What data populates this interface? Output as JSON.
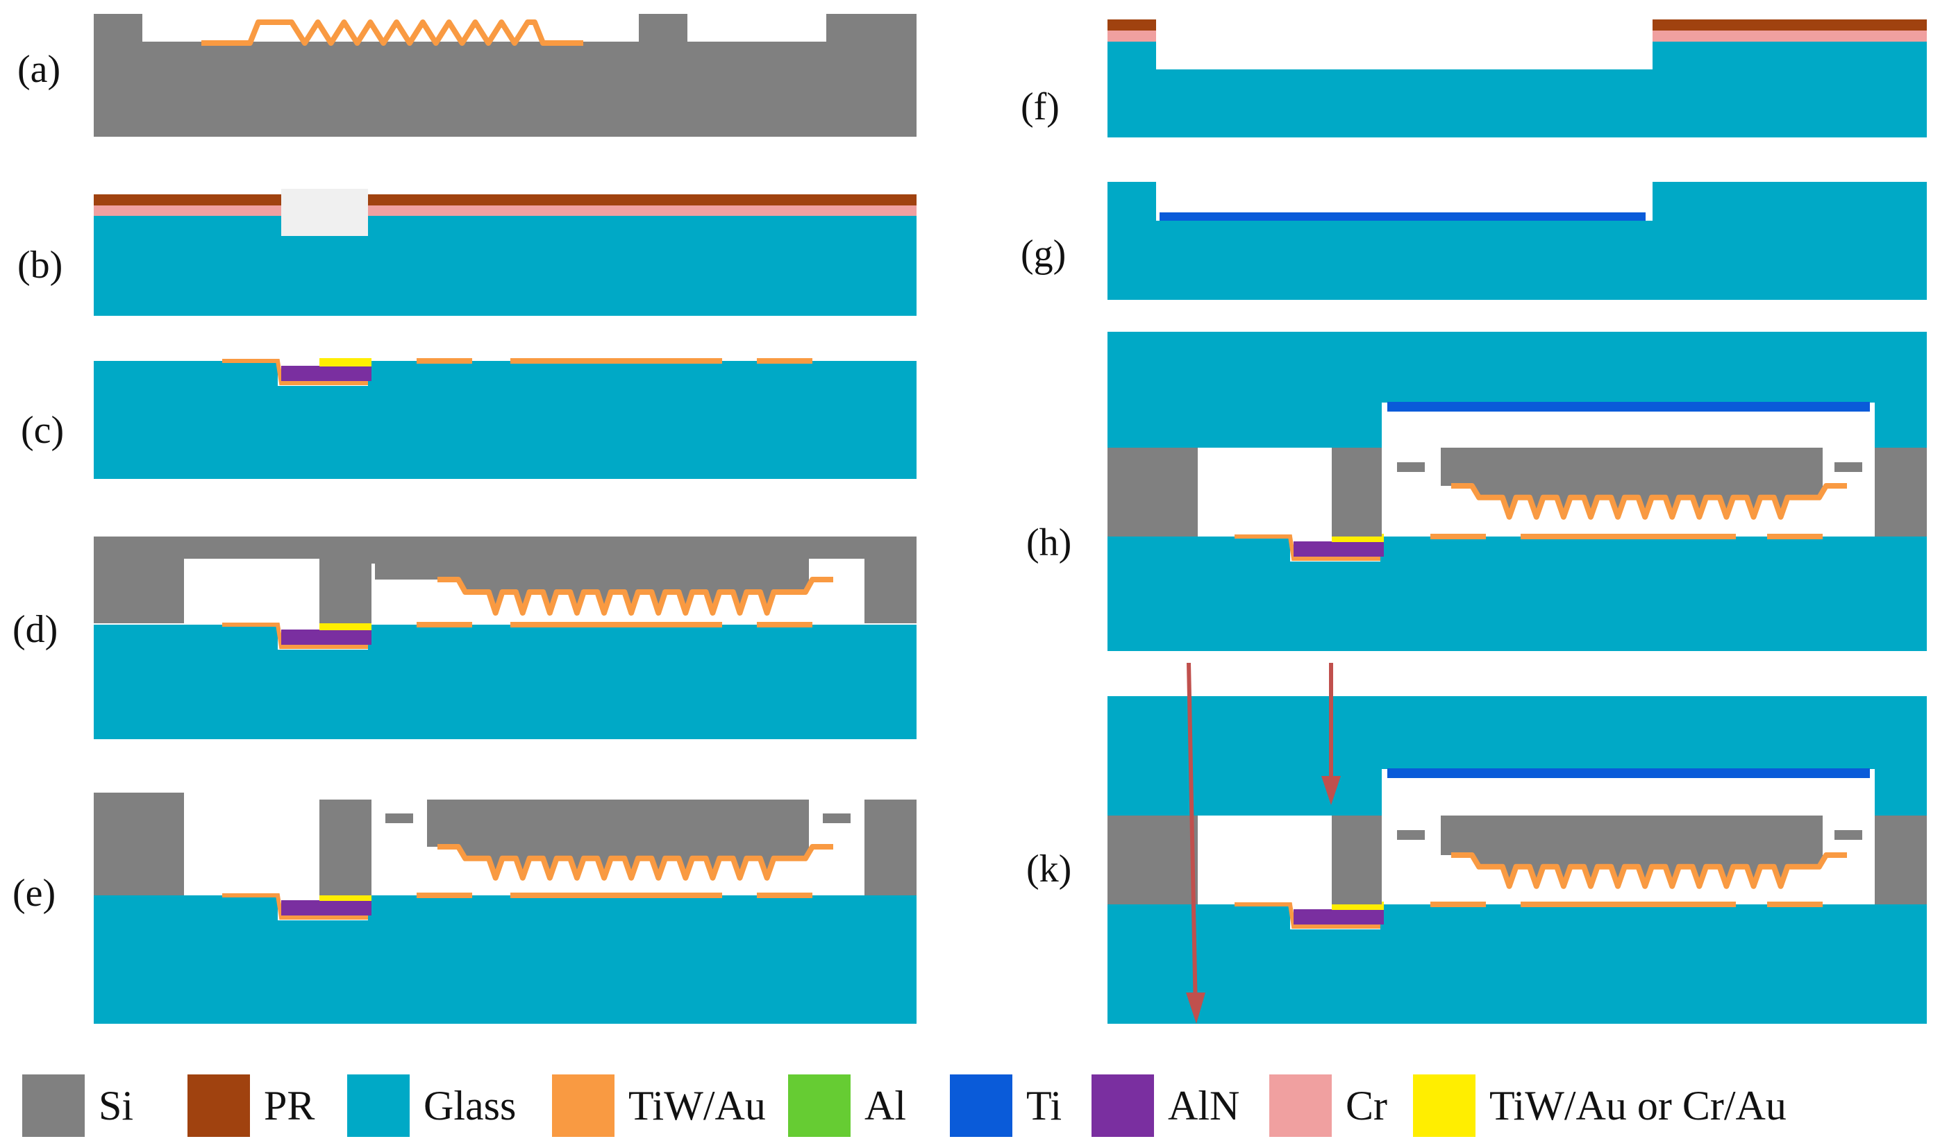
{
  "colors": {
    "si": "#808080",
    "pr": "#a0420f",
    "glass": "#00a9c6",
    "tiw_au": "#f99a42",
    "al": "#66cc33",
    "ti": "#0a5bd9",
    "aln": "#7a2fa0",
    "cr": "#f0a0a0",
    "tiw_au_or_cr_au": "#ffee00",
    "arrow": "#c0504d",
    "opening": "#f0f0f0"
  },
  "steps": {
    "a": "(a)",
    "b": "(b)",
    "c": "(c)",
    "d": "(d)",
    "e": "(e)",
    "f": "(f)",
    "g": "(g)",
    "h": "(h)",
    "k": "(k)"
  },
  "legend": [
    {
      "key": "si",
      "label": "Si",
      "icon": "si-swatch"
    },
    {
      "key": "pr",
      "label": "PR",
      "icon": "pr-swatch"
    },
    {
      "key": "glass",
      "label": "Glass",
      "icon": "glass-swatch"
    },
    {
      "key": "tiw_au",
      "label": "TiW/Au",
      "icon": "tiw-au-swatch"
    },
    {
      "key": "al",
      "label": "Al",
      "icon": "al-swatch"
    },
    {
      "key": "ti",
      "label": "Ti",
      "icon": "ti-swatch"
    },
    {
      "key": "aln",
      "label": "AlN",
      "icon": "aln-swatch"
    },
    {
      "key": "cr",
      "label": "Cr",
      "icon": "cr-swatch"
    },
    {
      "key": "tiw_au_or_cr_au",
      "label": "TiW/Au or Cr/Au",
      "icon": "tiw-au-or-cr-au-swatch"
    }
  ]
}
